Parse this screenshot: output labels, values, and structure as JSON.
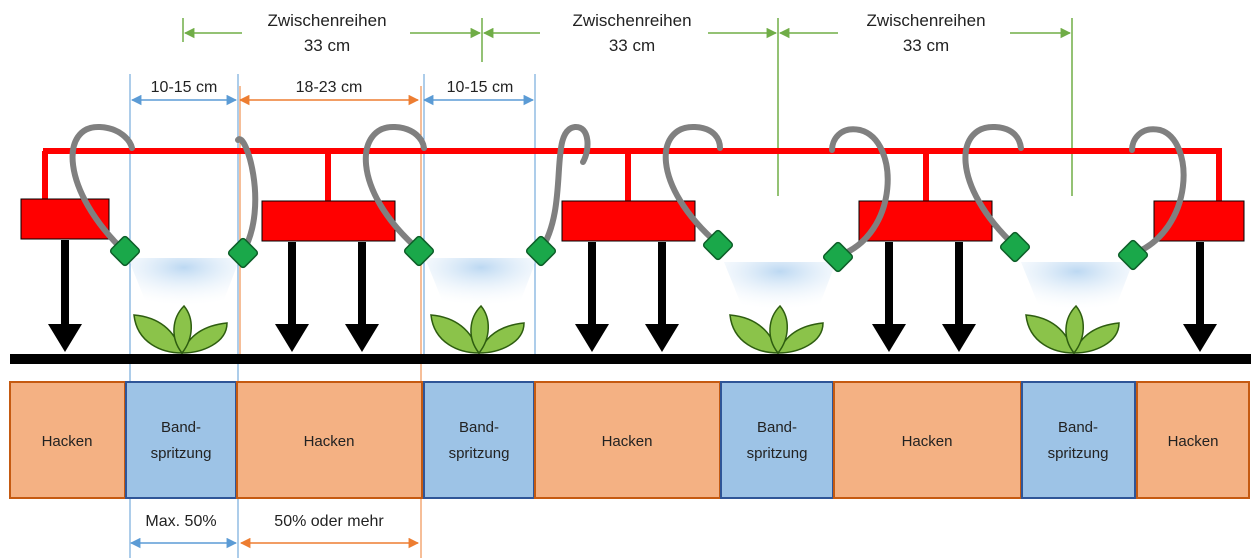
{
  "colors": {
    "frame_red": "#ff0000",
    "hoe_block_red": "#ff0000",
    "hose_gray": "#808080",
    "nozzle_green": "#1aa84a",
    "spray_blue": "#cfe3f5",
    "ground_black": "#000000",
    "hacken_fill": "#f4b183",
    "hacken_stroke": "#c55a11",
    "band_fill": "#9dc3e6",
    "band_stroke": "#2f5597",
    "green_arrow": "#70ad47",
    "blue_arrow": "#5b9bd5",
    "orange_arrow": "#ed7d31",
    "plant_green": "#8bc34a"
  },
  "top_labels": [
    {
      "line1": "Zwischenreihen",
      "line2": "33 cm"
    },
    {
      "line1": "Zwischenreihen",
      "line2": "33 cm"
    },
    {
      "line1": "Zwischenreihen",
      "line2": "33 cm"
    }
  ],
  "dimension_labels": {
    "band_width_1": "10-15 cm",
    "hoe_width": "18-23 cm",
    "band_width_2": "10-15 cm"
  },
  "zones": [
    {
      "type": "hacken",
      "line1": "Hacken",
      "line2": ""
    },
    {
      "type": "band",
      "line1": "Band-",
      "line2": "spritzung"
    },
    {
      "type": "hacken",
      "line1": "Hacken",
      "line2": ""
    },
    {
      "type": "band",
      "line1": "Band-",
      "line2": "spritzung"
    },
    {
      "type": "hacken",
      "line1": "Hacken",
      "line2": ""
    },
    {
      "type": "band",
      "line1": "Band-",
      "line2": "spritzung"
    },
    {
      "type": "hacken",
      "line1": "Hacken",
      "line2": ""
    },
    {
      "type": "band",
      "line1": "Band-",
      "line2": "spritzung"
    },
    {
      "type": "hacken",
      "line1": "Hacken",
      "line2": ""
    }
  ],
  "bottom_labels": {
    "band_share": "Max. 50%",
    "hoe_share": "50% oder mehr"
  }
}
